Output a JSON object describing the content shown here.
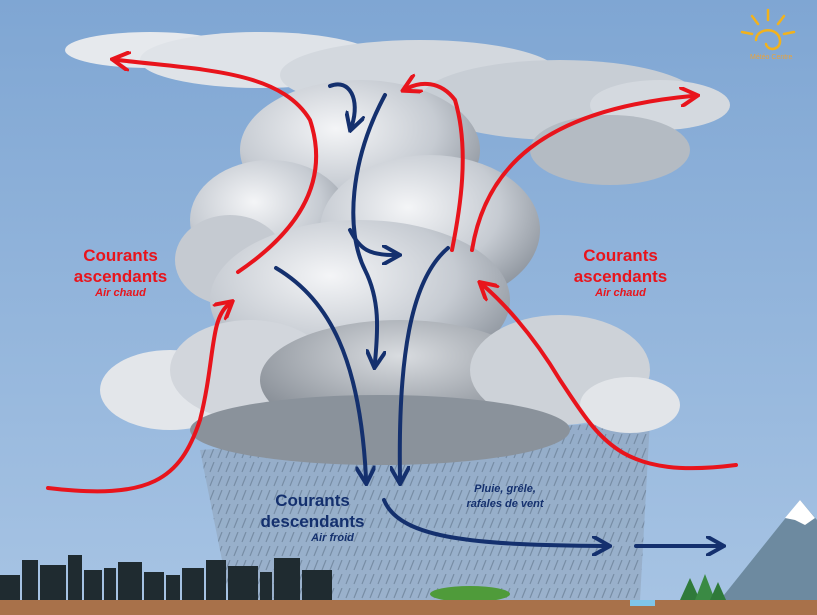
{
  "labels": {
    "left_updraft": {
      "title_line1": "Courants",
      "title_line2": "ascendants",
      "subtitle": "Air chaud"
    },
    "right_updraft": {
      "title_line1": "Courants",
      "title_line2": "ascendants",
      "subtitle": "Air chaud"
    },
    "downdraft": {
      "title_line1": "Courants",
      "title_line2": "descendants",
      "subtitle": "Air froid"
    },
    "rain": {
      "line1": "Pluie, grêle,",
      "line2": "rafales de vent"
    }
  },
  "logo": {
    "text": "Météo Centre"
  },
  "colors": {
    "sky": "#8fb2d8",
    "updraft_arrow": "#e8141c",
    "downdraft_arrow": "#14306e",
    "cloud": "#d9dde2",
    "ground": "#a8714a"
  },
  "icons": [
    "sun-logo-icon",
    "city-skyline-icon",
    "mountain-icon",
    "trees-icon"
  ]
}
